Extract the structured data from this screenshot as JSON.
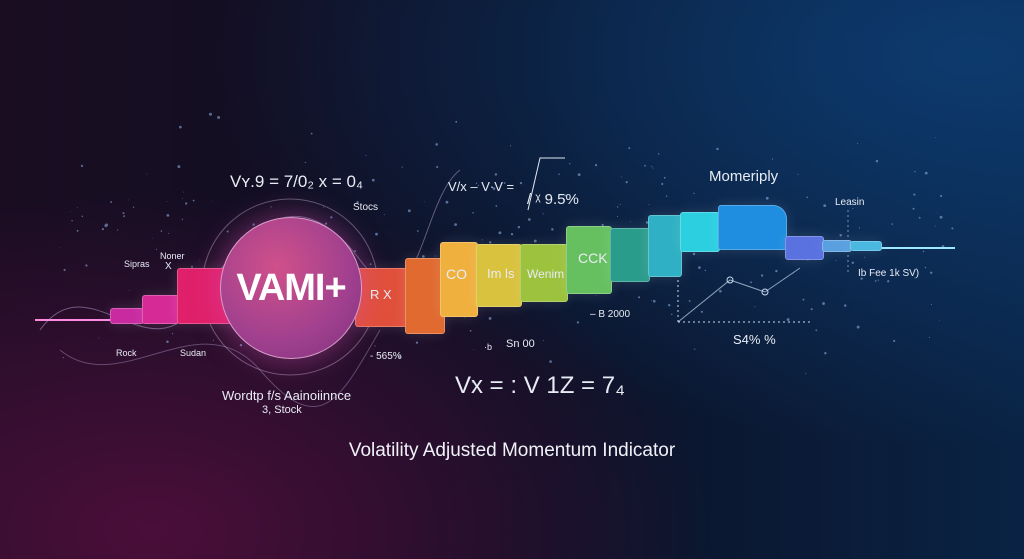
{
  "logo_text": "VAMI+",
  "title": "Volatility Adjusted Momentum Indicator",
  "formulas": {
    "top_left": "Vʏ.9 = 7/0₂ x = 0₄",
    "top_center": "V/x – V·V =",
    "top_center_2": "/ ᵡ  9.5%",
    "bottom_center": "Vx = : V 1Z = 7₄"
  },
  "labels": {
    "stocs": "Stocs",
    "noner": "Noner",
    "x": "X",
    "sipras": "Sipras",
    "rock": "Rock",
    "sudan": "Sudan",
    "pct_565": "- 565%",
    "b_ad": "·b",
    "sn00": "Sn 00",
    "b2000": "– B 2000",
    "caption_1": "Wordtp f/s Aainoiinnce",
    "caption_2": "3, Stock",
    "momeriply": "Momeriply",
    "leatin": "Leasin",
    "fee": "Ib Fee 1k SV)",
    "pct_54": "S4% %"
  },
  "blocks": [
    {
      "label": "",
      "color": "#c92aa0"
    },
    {
      "label": "",
      "color": "#d62a96"
    },
    {
      "label": "",
      "color": "#e0206a"
    },
    {
      "label": "R X",
      "color": "#e0503a"
    },
    {
      "label": "",
      "color": "#e06a30"
    },
    {
      "label": "CO",
      "color": "#efb03e"
    },
    {
      "label": "Im ls",
      "color": "#d9c23e"
    },
    {
      "label": "Wenim",
      "color": "#9cc23e"
    },
    {
      "label": "CCK",
      "color": "#66c060"
    },
    {
      "label": "",
      "color": "#2a9c8c"
    },
    {
      "label": "",
      "color": "#2fb0c4"
    },
    {
      "label": "",
      "color": "#2ccfe0"
    },
    {
      "label": "",
      "color": "#1f8ee0"
    },
    {
      "label": "",
      "color": "#5a72e0"
    },
    {
      "label": "",
      "color": "#5aa0e0"
    },
    {
      "label": "",
      "color": "#4ab8e0"
    }
  ]
}
